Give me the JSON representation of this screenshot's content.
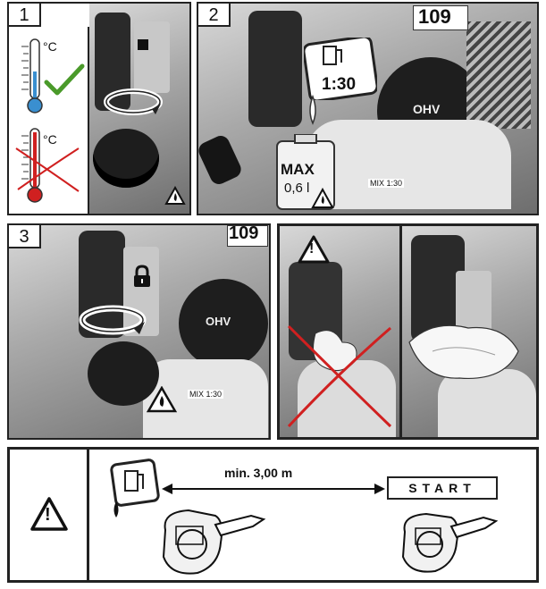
{
  "panels": {
    "p1": {
      "number": "1",
      "temp_unit": "°C",
      "temp_unit_bad": "°C"
    },
    "p2": {
      "number": "2",
      "ratio": "1:30",
      "max_label": "MAX",
      "volume": "0,6 l",
      "mix_label": "MIX 1:30",
      "engine_number": "109",
      "engine_brand": "OHV"
    },
    "p3": {
      "number": "3",
      "mix_label": "MIX 1:30",
      "engine_number": "109",
      "engine_brand": "OHV"
    },
    "p4": {
      "warning_symbol": "!"
    }
  },
  "footer": {
    "distance": "min. 3,00 m",
    "start": "START",
    "warning_symbol": "!"
  },
  "colors": {
    "border": "#222222",
    "check": "#4a9a2a",
    "cross": "#d02020",
    "thermo_cold": "#3a8fd0",
    "thermo_hot": "#d02020"
  }
}
